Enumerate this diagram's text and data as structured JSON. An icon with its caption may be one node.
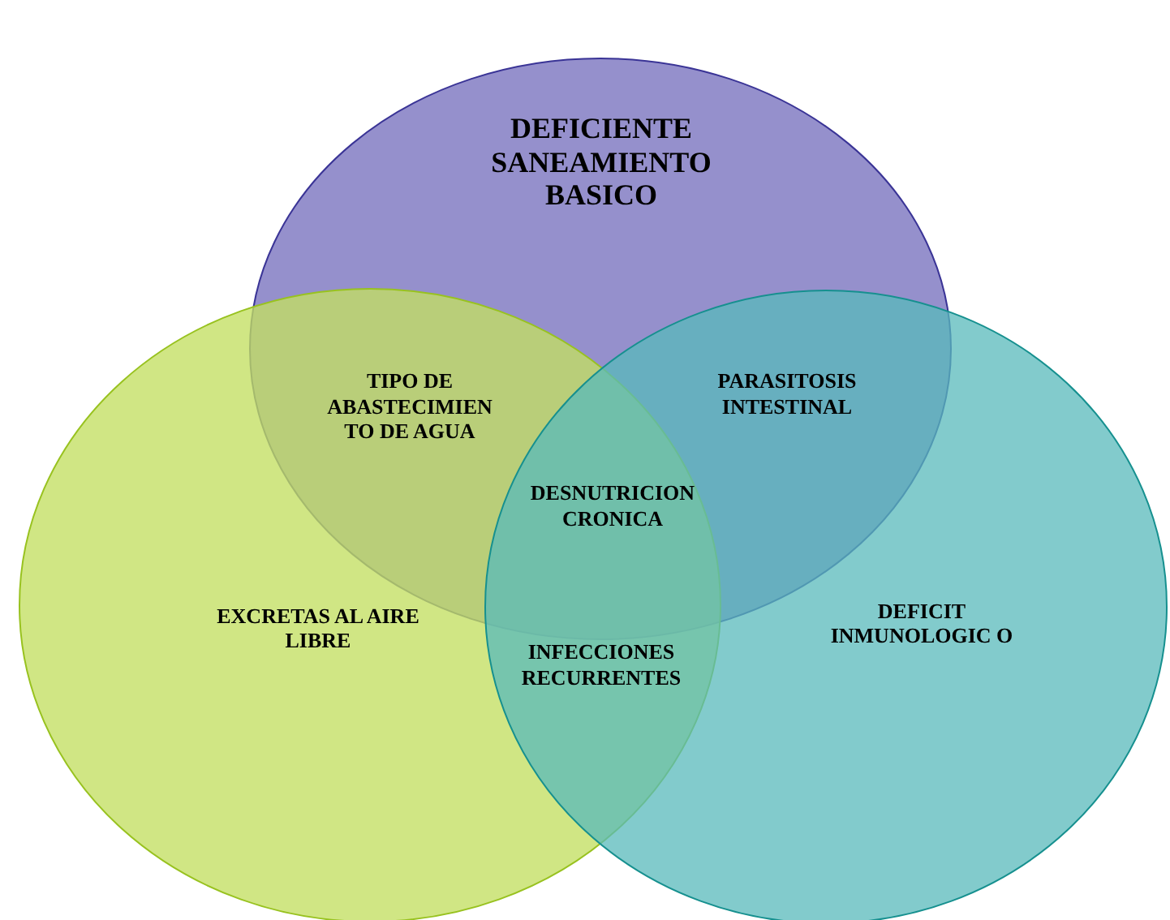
{
  "diagram": {
    "nodes": [
      {
        "text": [
          "DEFICIENTE SANEAMIENTO BASICO"
        ]
      },
      {
        "text": [
          "EXCRETAS AL AIRE LIBRE"
        ]
      },
      {
        "text": [
          "DEFICIT INMUNOLOGIC O"
        ]
      }
    ],
    "labels": [
      "TIPO DE ABASTECIMIEN TO DE AGUA",
      "PARASITOSIS INTESTINAL",
      "DESNUTRICION CRONICA",
      "INFECCIONES RECURRENTES"
    ]
  }
}
